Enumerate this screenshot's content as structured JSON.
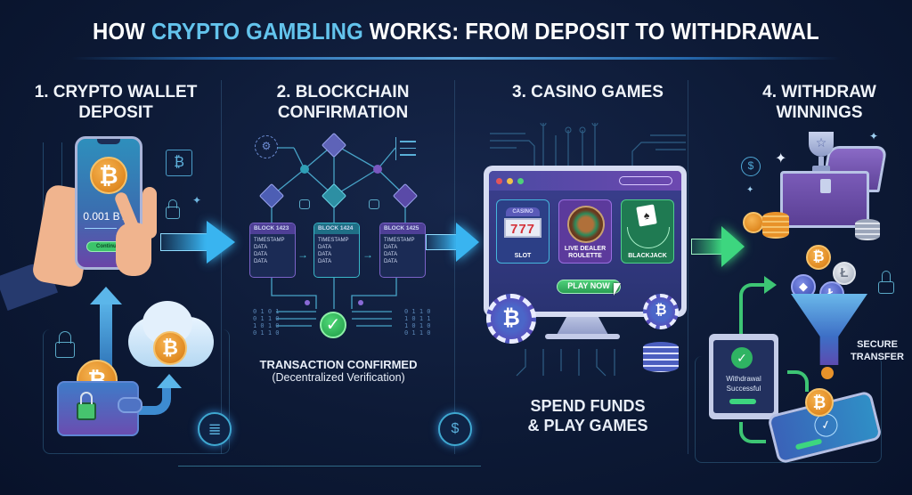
{
  "header": {
    "title_prefix": "HOW ",
    "title_highlight": "CRYPTO GAMBLING",
    "title_suffix": " WORKS: FROM DEPOSIT TO WITHDRAWAL",
    "accent_color": "#63c3ec"
  },
  "steps": [
    {
      "number": "1.",
      "title_line1": "1. CRYPTO WALLET",
      "title_line2": "DEPOSIT",
      "phone": {
        "amount": "0.001 BTC",
        "button_label": "Continue",
        "coin_symbol": "₿"
      },
      "icons": [
        "chip-icon",
        "lock-icon",
        "wallet-icon",
        "cloud-icon",
        "coins-stack-icon"
      ]
    },
    {
      "number": "2.",
      "title_line1": "2. BLOCKCHAIN",
      "title_line2": "CONFIRMATION",
      "blocks": [
        {
          "header": "BLOCK 1423",
          "lines": [
            "TIMESTAMP",
            "DATA",
            "DATA",
            "DATA"
          ]
        },
        {
          "header": "BLOCK 1424",
          "lines": [
            "TIMESTAMP",
            "DATA",
            "DATA",
            "DATA"
          ]
        },
        {
          "header": "BLOCK 1425",
          "lines": [
            "TIMESTAMP",
            "DATA",
            "DATA",
            "DATA"
          ]
        }
      ],
      "binary_left": [
        "0 1 0 1",
        "0 1 1 0",
        "1 0 1 0",
        "0 1 1 0",
        "0 1 1 0"
      ],
      "binary_right": [
        "0 1 1 0",
        "1 0 1 1",
        "1 0 1 0",
        "0 1 1 0",
        "0 1 1 0"
      ],
      "caption_line1": "TRANSACTION CONFIRMED",
      "caption_line2": "(Decentralized Verification)"
    },
    {
      "number": "3.",
      "title_line1": "3. CASINO GAMES",
      "games": [
        {
          "label_line1": "SLOT",
          "label_line2": "",
          "badge": "CASINO",
          "reels": "777"
        },
        {
          "label_line1": "LIVE DEALER",
          "label_line2": "ROULETTE"
        },
        {
          "label_line1": "BLACKJACK",
          "label_line2": ""
        }
      ],
      "play_button": "PLAY NOW",
      "caption_line1": "SPEND FUNDS",
      "caption_line2": "& PLAY GAMES"
    },
    {
      "number": "4.",
      "title_line1": "4. WITHDRAW",
      "title_line2": "WINNINGS",
      "tablet_text_line1": "Withdrawal",
      "tablet_text_line2": "Successful",
      "secure_line1": "SECURE",
      "secure_line2": "TRANSFER",
      "coin_symbols": {
        "bitcoin": "₿",
        "litecoin": "Ł",
        "ethereum": "◆",
        "dollar": "$"
      }
    }
  ],
  "colors": {
    "arrow_blue": "#39b4f0",
    "arrow_green": "#3dd67f",
    "background": "#0d1a36",
    "bitcoin_orange": "#e8922a"
  }
}
